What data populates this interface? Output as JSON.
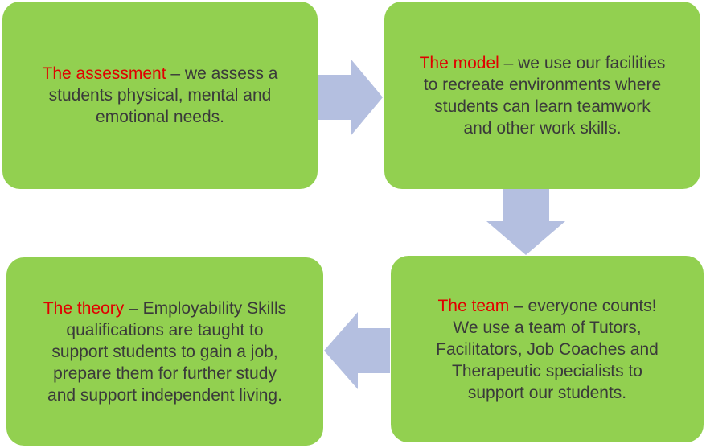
{
  "colors": {
    "box_fill": "#92d050",
    "arrow_fill": "#b4bfe0",
    "highlight": "#e00000",
    "text": "#3a3a3a"
  },
  "steps": [
    {
      "id": "assessment",
      "title": "The assessment",
      "lines": [
        " – we assess a",
        "students physical, mental and",
        "emotional needs."
      ]
    },
    {
      "id": "model",
      "title": "The model",
      "lines": [
        " – we use our facilities",
        "to recreate environments where",
        "students can learn teamwork",
        "and other work skills."
      ]
    },
    {
      "id": "team",
      "title": "The team",
      "lines": [
        " – everyone  counts!",
        "We use a team of Tutors,",
        "Facilitators, Job Coaches and",
        "Therapeutic specialists to",
        "support our students."
      ]
    },
    {
      "id": "theory",
      "title": "The theory",
      "lines": [
        " – Employability Skills",
        "qualifications are taught to",
        "support students to gain a job,",
        "prepare them for further study",
        "and support independent living."
      ]
    }
  ],
  "arrows": [
    {
      "icon": "arrow-right-icon"
    },
    {
      "icon": "arrow-down-icon"
    },
    {
      "icon": "arrow-left-icon"
    }
  ]
}
